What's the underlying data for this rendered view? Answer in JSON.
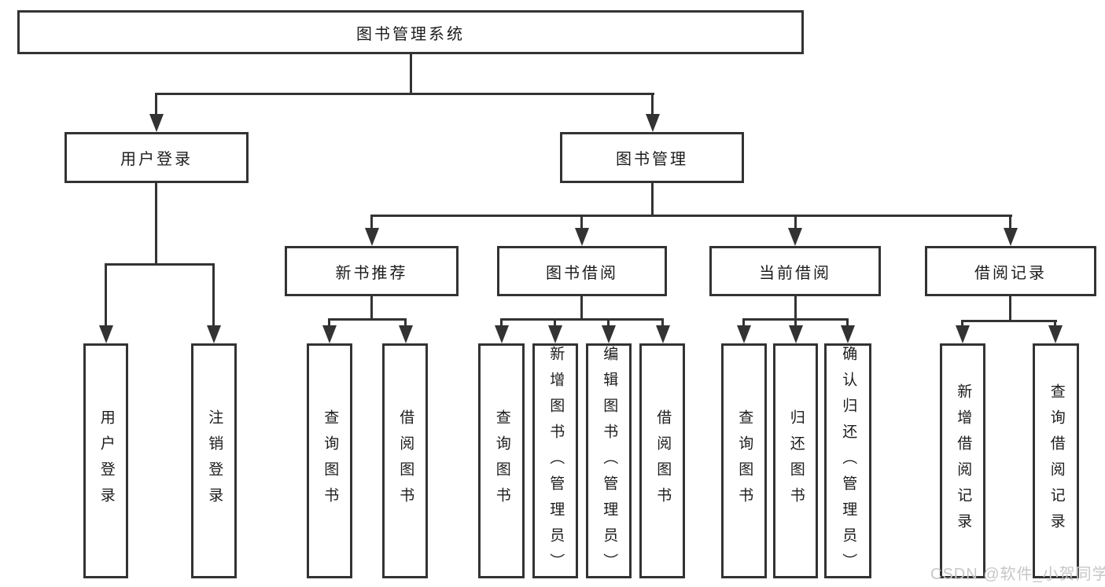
{
  "tree": {
    "label": "图书管理系统",
    "children": [
      {
        "label": "用户登录",
        "children": [
          {
            "label": "用户登录"
          },
          {
            "label": "注销登录"
          }
        ]
      },
      {
        "label": "图书管理",
        "children": [
          {
            "label": "新书推荐",
            "children": [
              {
                "label": "查询图书"
              },
              {
                "label": "借阅图书"
              }
            ]
          },
          {
            "label": "图书借阅",
            "children": [
              {
                "label": "查询图书"
              },
              {
                "label": "新增图书（管理员）"
              },
              {
                "label": "编辑图书（管理员）"
              },
              {
                "label": "借阅图书"
              }
            ]
          },
          {
            "label": "当前借阅",
            "children": [
              {
                "label": "查询图书"
              },
              {
                "label": "归还图书"
              },
              {
                "label": "确认归还（管理员）"
              }
            ]
          },
          {
            "label": "借阅记录",
            "children": [
              {
                "label": "新增借阅记录"
              },
              {
                "label": "查询借阅记录"
              }
            ]
          }
        ]
      }
    ]
  },
  "watermark": {
    "text": "CSDN @软件_小贺同学"
  },
  "colors": {
    "line": "#333333",
    "text": "#1c1c1c",
    "watermark": "#c7c7c7",
    "background": "#ffffff"
  }
}
